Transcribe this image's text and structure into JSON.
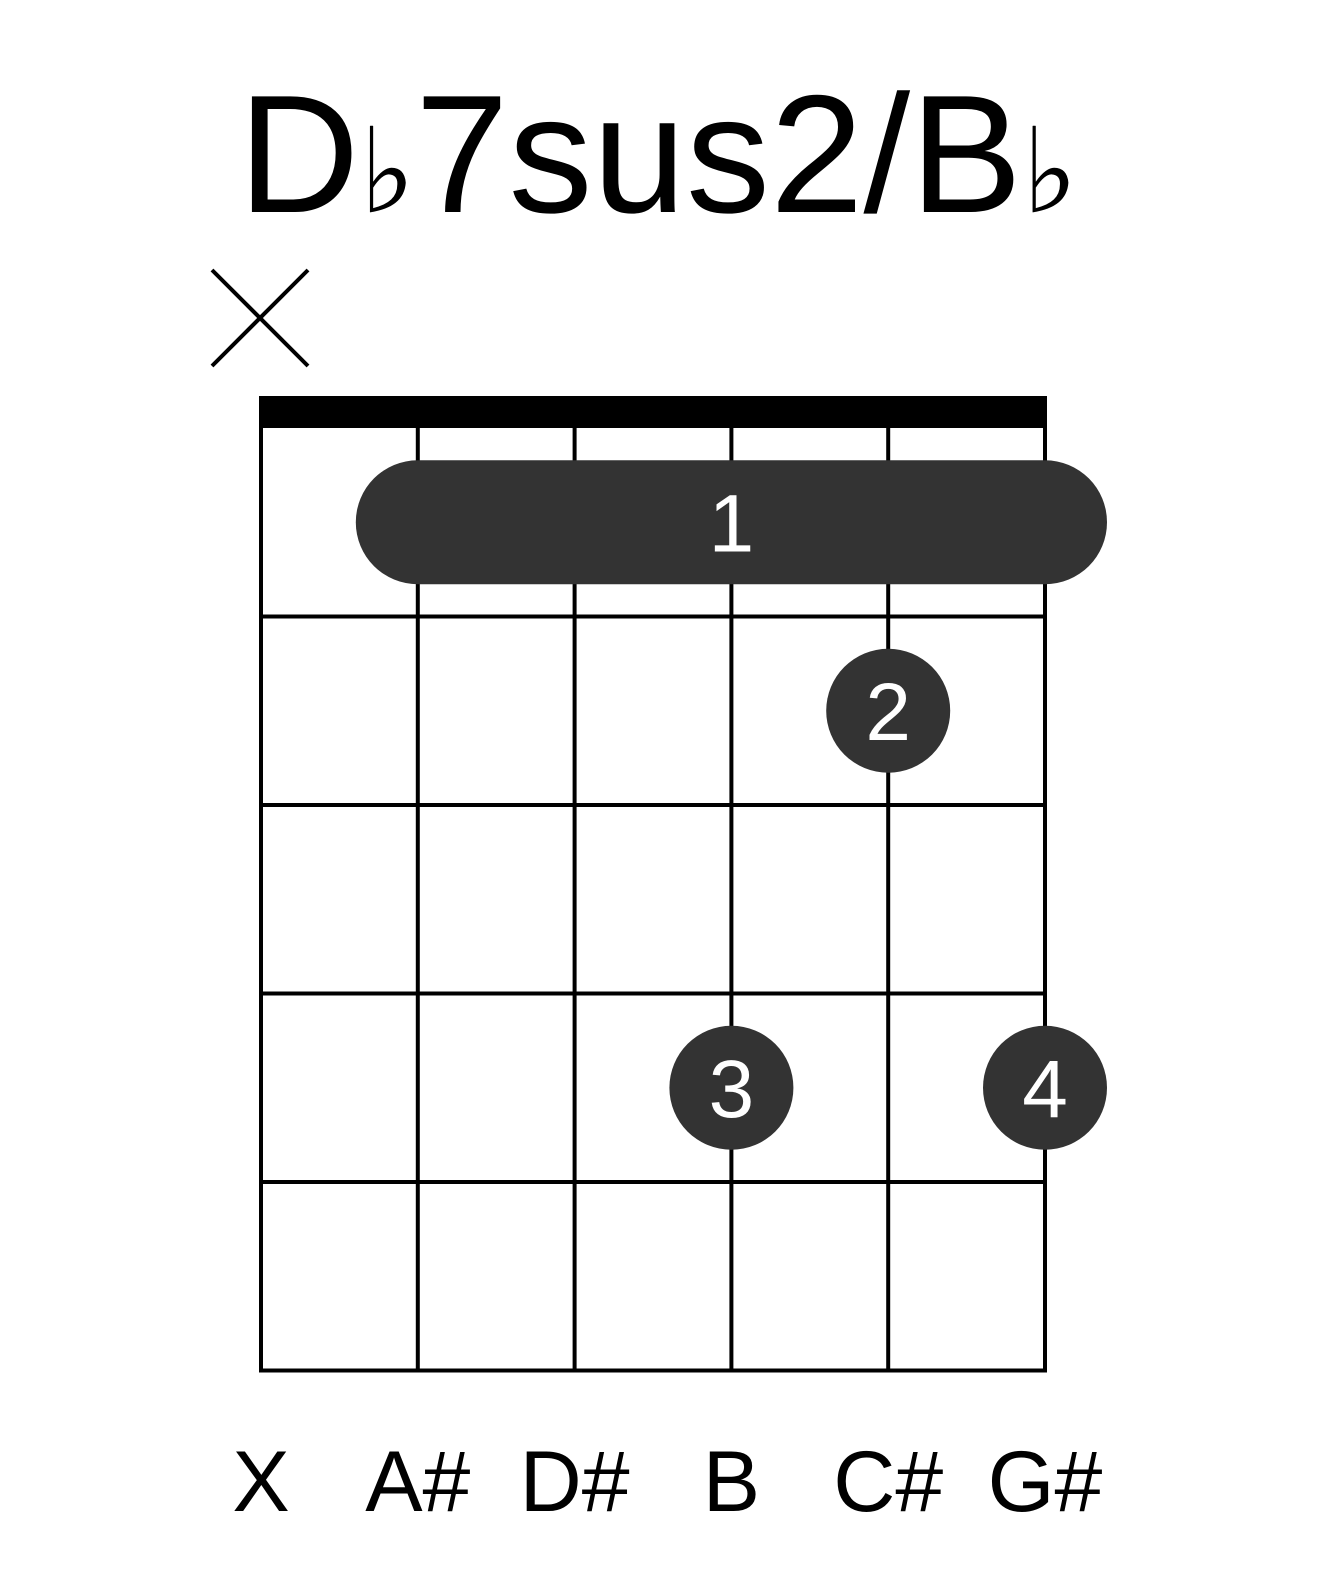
{
  "title": {
    "root": "D",
    "root_accidental": "♭",
    "quality": "7sus2/B",
    "bass_accidental": "♭"
  },
  "strings": [
    {
      "index": 1,
      "marker": "X",
      "note": "X"
    },
    {
      "index": 2,
      "marker": "",
      "note": "A#"
    },
    {
      "index": 3,
      "marker": "",
      "note": "D#"
    },
    {
      "index": 4,
      "marker": "",
      "note": "B"
    },
    {
      "index": 5,
      "marker": "",
      "note": "C#"
    },
    {
      "index": 6,
      "marker": "",
      "note": "G#"
    }
  ],
  "fret_count": 5,
  "barre": {
    "fret": 1,
    "from_string": 2,
    "to_string": 6,
    "finger": "1"
  },
  "fingers": [
    {
      "string": 5,
      "fret": 2,
      "finger": "2"
    },
    {
      "string": 4,
      "fret": 4,
      "finger": "3"
    },
    {
      "string": 6,
      "fret": 4,
      "finger": "4"
    }
  ],
  "colors": {
    "ink": "#000000",
    "dot": "#333333",
    "dot_text": "#ffffff",
    "background": "#ffffff"
  }
}
